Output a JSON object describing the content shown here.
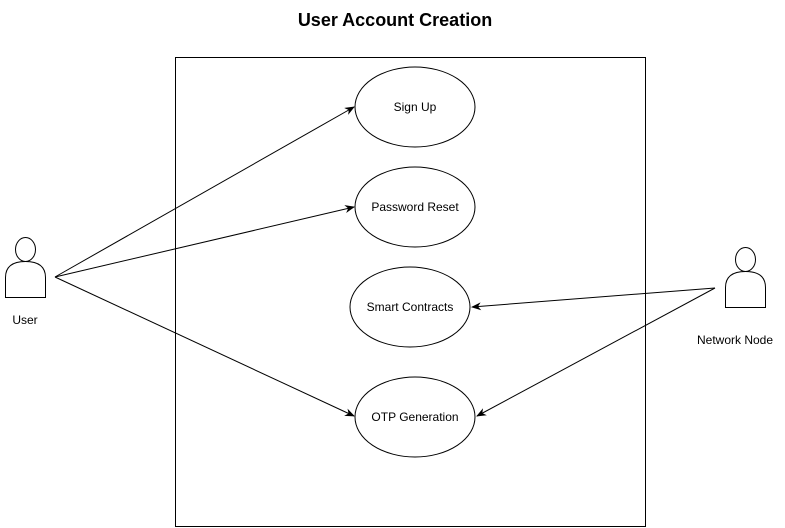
{
  "title": "User Account Creation",
  "use_cases": {
    "sign_up": "Sign Up",
    "password_reset": "Password Reset",
    "smart_contracts": "Smart Contracts",
    "otp_generation": "OTP Generation"
  },
  "actors": {
    "user": "User",
    "network_node": "Network Node"
  },
  "associations": [
    {
      "from": "user",
      "to": "sign_up"
    },
    {
      "from": "user",
      "to": "password_reset"
    },
    {
      "from": "user",
      "to": "otp_generation"
    },
    {
      "from": "network_node",
      "to": "smart_contracts"
    },
    {
      "from": "network_node",
      "to": "otp_generation"
    }
  ]
}
